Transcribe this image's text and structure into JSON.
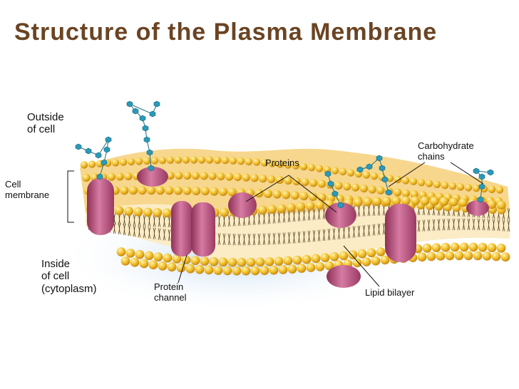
{
  "title": "Structure of the Plasma Membrane",
  "labels": {
    "outside": [
      "Outside",
      "of cell"
    ],
    "inside": [
      "Inside",
      "of cell",
      "(cytoplasm)"
    ],
    "cell_membrane": [
      "Cell",
      "membrane"
    ],
    "proteins": "Proteins",
    "carbohydrate": [
      "Carbohydrate",
      "chains"
    ],
    "protein_channel": [
      "Protein",
      "channel"
    ],
    "lipid_bilayer": "Lipid bilayer"
  },
  "colors": {
    "title": "#6b4423",
    "lipid_head": "#f2c230",
    "lipid_head_shadow": "#d99a1a",
    "tail": "#5a4a2a",
    "membrane_core": "#fbecc6",
    "protein": "#b54a75",
    "protein_light": "#d97aa3",
    "carbohydrate": "#2a9ab8",
    "extracellular_haze": "#f6d9a8",
    "cytoplasm_haze": "#cfe3f3"
  }
}
